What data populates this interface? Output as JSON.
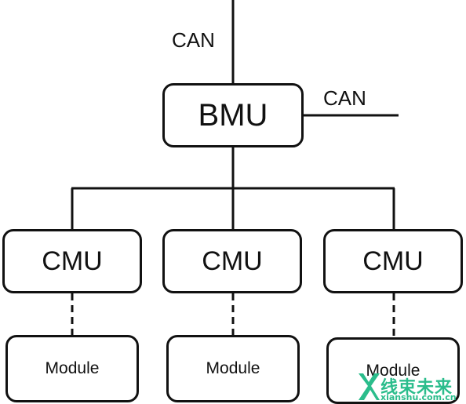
{
  "bmu": {
    "label": "BMU"
  },
  "can_labels": {
    "top": "CAN",
    "right": "CAN"
  },
  "cmus": [
    {
      "label": "CMU"
    },
    {
      "label": "CMU"
    },
    {
      "label": "CMU"
    }
  ],
  "modules": [
    {
      "label": "Module"
    },
    {
      "label": "Module"
    },
    {
      "label": "Module"
    }
  ],
  "watermark": {
    "text": "线束未来",
    "url": "xianshu.com.cn",
    "color": "#2bbd8c"
  }
}
